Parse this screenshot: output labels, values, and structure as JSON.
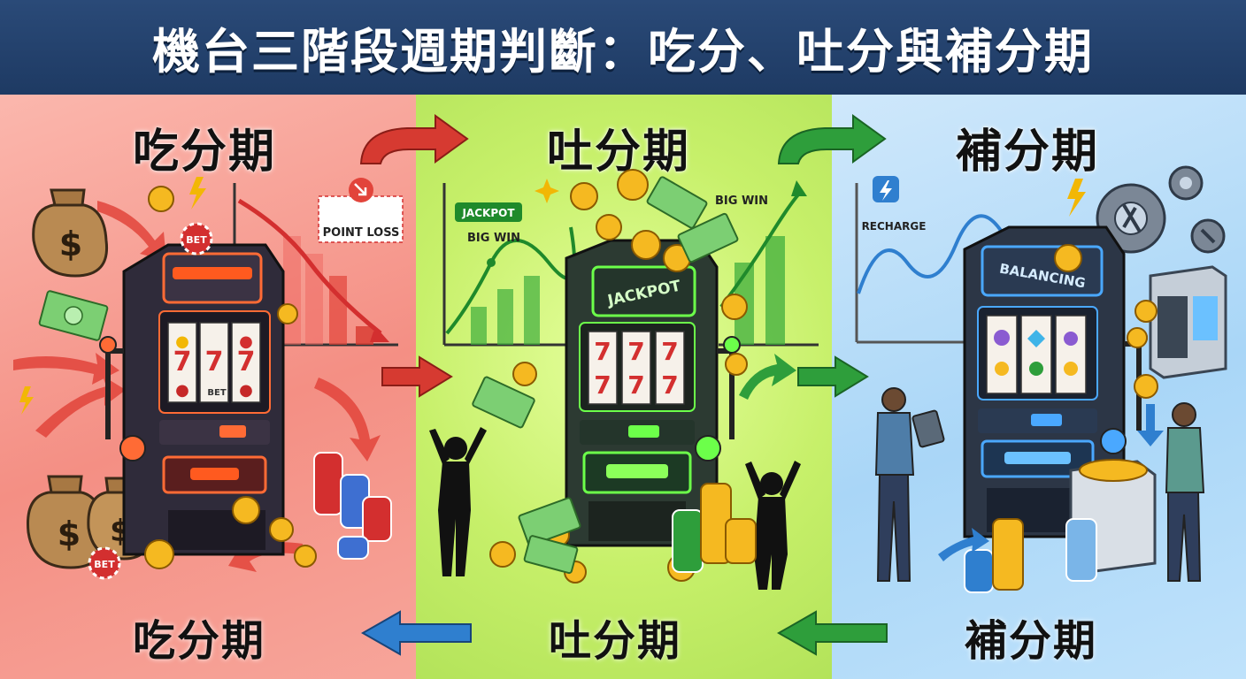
{
  "header": {
    "title": "機台三階段週期判斷：吃分、吐分與補分期"
  },
  "phases": {
    "eat": {
      "title": "吃分期",
      "bottom_label": "吃分期",
      "chart_tag": "POINT LOSS",
      "chip_label": "BET",
      "reel_label": "BET",
      "color": "#e2443b"
    },
    "spit": {
      "title": "吐分期",
      "bottom_label": "吐分期",
      "jackpot_tag": "JACKPOT",
      "big_win_1": "BIG WIN",
      "big_win_2": "BIG WIN",
      "screen_label": "JACKPOT",
      "color": "#2e9e3b"
    },
    "refill": {
      "title": "補分期",
      "bottom_label": "補分期",
      "chart_tag": "RECHARGE",
      "screen_label": "BALANCING",
      "color": "#2f7fcf"
    }
  },
  "icons": {
    "money_bag": "money-bag-icon",
    "coin": "coin-icon",
    "gear": "gear-icon",
    "lightning": "lightning-icon",
    "wrench": "wrench-icon"
  }
}
